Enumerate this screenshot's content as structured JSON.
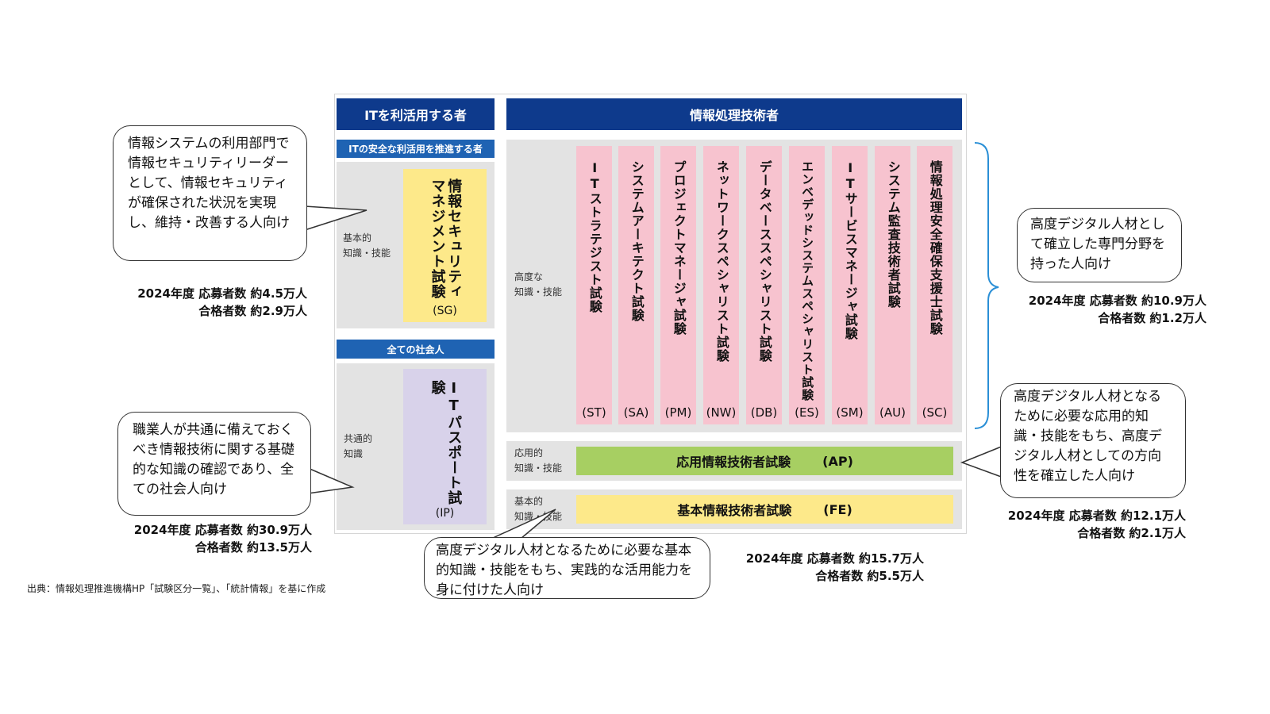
{
  "headers": {
    "it_users": "ITを利活用する者",
    "it_engineers": "情報処理技術者"
  },
  "bars": {
    "secure_use": "ITの安全な利活用を推進する者",
    "all_society": "全ての社会人"
  },
  "levels": {
    "basic_left": [
      "基本的",
      "知識・技能"
    ],
    "common": [
      "共通的",
      "知識"
    ],
    "advanced": [
      "高度な",
      "知識・技能"
    ],
    "applied": [
      "応用的",
      "知識・技能"
    ],
    "basic_right": [
      "基本的",
      "知識・技能"
    ]
  },
  "exams": {
    "sg": {
      "name": "情報セキュリティマネジメント試験",
      "code": "(SG)"
    },
    "ip": {
      "name": "ITパスポート試験",
      "code": "(IP)"
    },
    "advanced": [
      {
        "name": "ITストラテジスト試験",
        "code": "(ST)"
      },
      {
        "name": "システムアーキテクト試験",
        "code": "(SA)"
      },
      {
        "name": "プロジェクトマネージャ試験",
        "code": "(PM)"
      },
      {
        "name": "ネットワークスペシャリスト試験",
        "code": "(NW)"
      },
      {
        "name": "データベーススペシャリスト試験",
        "code": "(DB)"
      },
      {
        "name": "エンベデッドシステムスペシャリスト試験",
        "code": "(ES)"
      },
      {
        "name": "ITサービスマネージャ試験",
        "code": "(SM)"
      },
      {
        "name": "システム監査技術者試験",
        "code": "(AU)"
      },
      {
        "name": "情報処理安全確保支援士試験",
        "code": "(SC)"
      }
    ],
    "ap": {
      "name": "応用情報技術者試験",
      "code": "(AP)"
    },
    "fe": {
      "name": "基本情報技術者試験",
      "code": "(FE)"
    }
  },
  "bubbles": {
    "sg": "情報システムの利用部門で情報セキュリティリーダーとして、情報セキュリティが確保された状況を実現し、維持・改善する人向け",
    "ip": "職業人が共通に備えておくべき情報技術に関する基礎的な知識の確認であり、全ての社会人向け",
    "advanced": "高度デジタル人材として確立した専門分野を持った人向け",
    "ap": "高度デジタル人材となるために必要な応用的知識・技能をもち、高度デジタル人材としての方向性を確立した人向け",
    "fe": "高度デジタル人材となるために必要な基本的知識・技能をもち、実践的な活用能力を身に付けた人向け"
  },
  "stats": {
    "sg": [
      "2024年度 応募者数 約4.5万人",
      "合格者数 約2.9万人"
    ],
    "ip": [
      "2024年度 応募者数 約30.9万人",
      "合格者数 約13.5万人"
    ],
    "advanced": [
      "2024年度 応募者数 約10.9万人",
      "合格者数 約1.2万人"
    ],
    "ap": [
      "2024年度 応募者数 約12.1万人",
      "合格者数 約2.1万人"
    ],
    "fe": [
      "2024年度 応募者数 約15.7万人",
      "合格者数 約5.5万人"
    ]
  },
  "source": "出典：情報処理推進機構HP「試験区分一覧」、「統計情報」を基に作成",
  "colors": {
    "header": "#0e3a8c",
    "bar": "#1f63b3",
    "sg": "#fde98a",
    "ip": "#d8d2ea",
    "advanced": "#f7c3cf",
    "ap": "#a7cf62",
    "fe": "#fde98a",
    "brace": "#2a8fd6"
  }
}
